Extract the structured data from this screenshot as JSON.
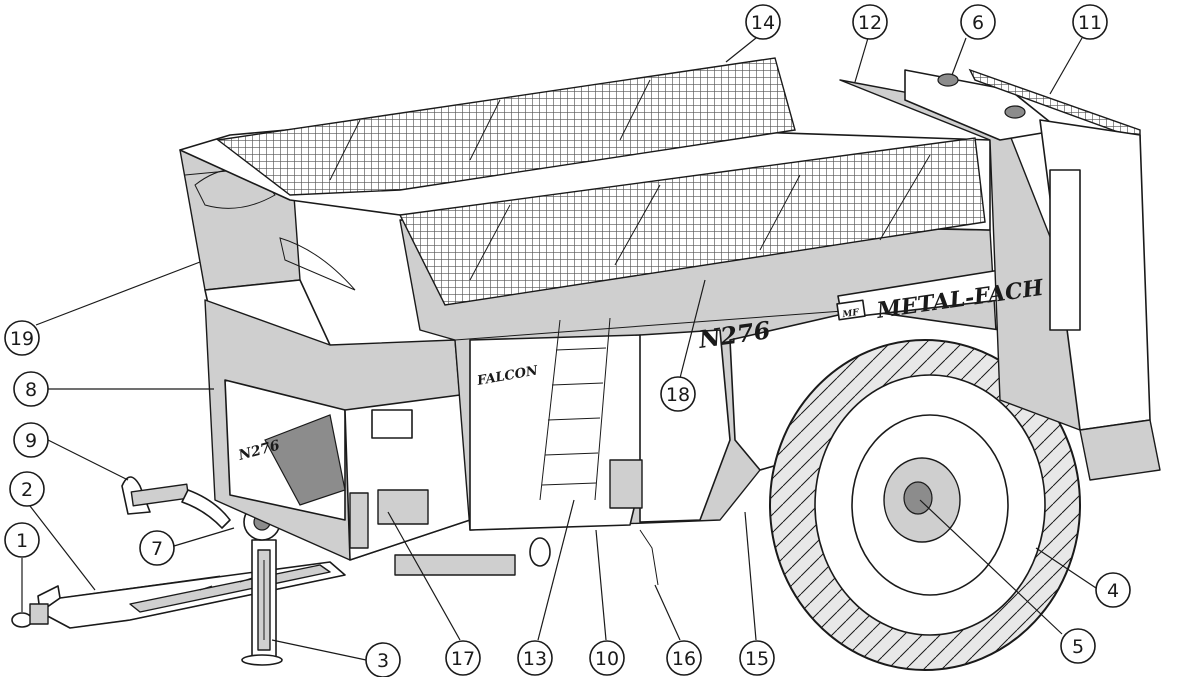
{
  "figure": {
    "brand_text": "METAL-FACH",
    "brand_badge": "MF",
    "model_text": "N276",
    "model_text_small": "N276",
    "series_text": "FALCON",
    "colors": {
      "ink": "#1a1a1a",
      "body_grey": "#cfcfcf",
      "mesh": "#555555"
    }
  },
  "callouts": [
    {
      "label": "1"
    },
    {
      "label": "2"
    },
    {
      "label": "3"
    },
    {
      "label": "4"
    },
    {
      "label": "5"
    },
    {
      "label": "6"
    },
    {
      "label": "7"
    },
    {
      "label": "8"
    },
    {
      "label": "9"
    },
    {
      "label": "10"
    },
    {
      "label": "11"
    },
    {
      "label": "12"
    },
    {
      "label": "13"
    },
    {
      "label": "14"
    },
    {
      "label": "15"
    },
    {
      "label": "16"
    },
    {
      "label": "17"
    },
    {
      "label": "18"
    },
    {
      "label": "19"
    }
  ]
}
